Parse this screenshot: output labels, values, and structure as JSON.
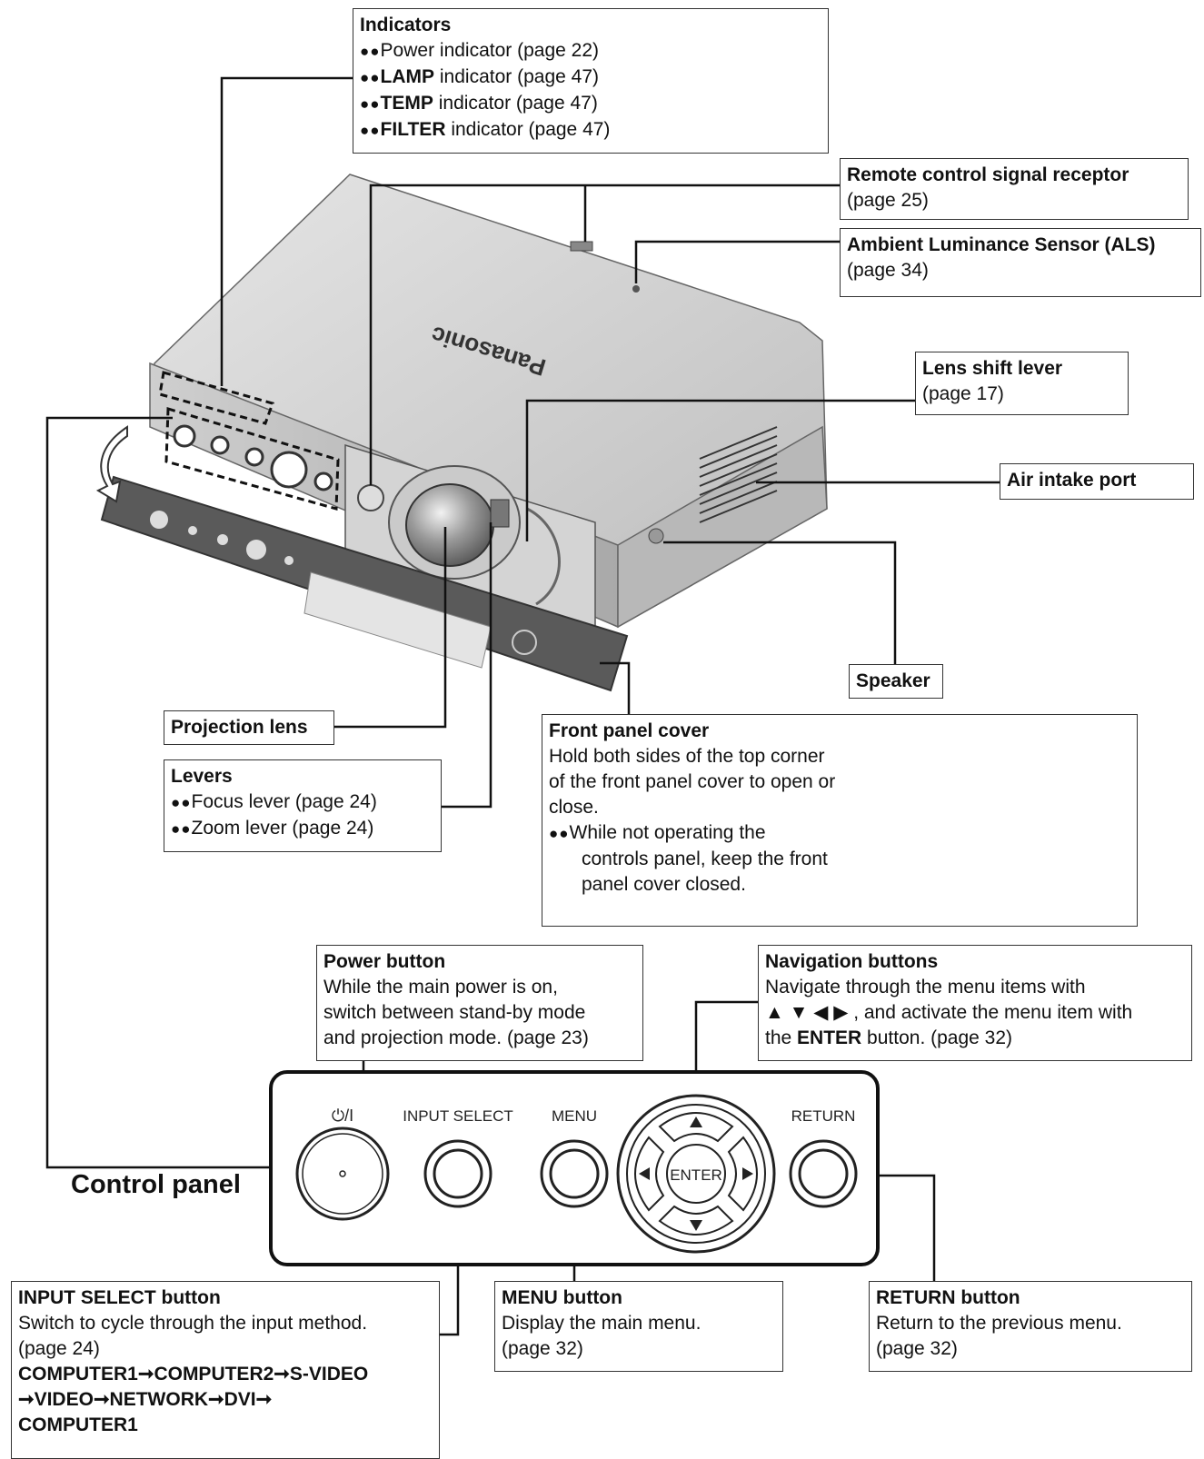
{
  "indicators": {
    "title": "Indicators",
    "items": [
      {
        "bold": "",
        "text": "Power indicator (page 22)"
      },
      {
        "bold": "LAMP",
        "text": " indicator (page 47)"
      },
      {
        "bold": "TEMP",
        "text": " indicator (page 47)"
      },
      {
        "bold": "FILTER",
        "text": " indicator (page 47)"
      }
    ]
  },
  "remote": {
    "title": "Remote control signal receptor",
    "page": "(page 25)"
  },
  "als": {
    "title": "Ambient Luminance Sensor (ALS)",
    "page": "(page 34)"
  },
  "lens_shift": {
    "title": "Lens shift lever",
    "page": "(page 17)"
  },
  "air_intake": {
    "title": "Air intake port"
  },
  "speaker": {
    "title": "Speaker"
  },
  "projection_lens": {
    "title": "Projection lens"
  },
  "levers": {
    "title": "Levers",
    "items": [
      "Focus lever (page 24)",
      "Zoom lever (page 24)"
    ]
  },
  "front_cover": {
    "title": "Front panel cover",
    "text1": "Hold both sides of the top corner",
    "text2": "of the front panel cover to open or",
    "text3": "close.",
    "bullet1": "While not operating the",
    "bullet2": "controls panel, keep the front",
    "bullet3": "panel cover closed."
  },
  "power_button": {
    "title": "Power button",
    "line1": "While the main power is on,",
    "line2": "switch between stand-by mode",
    "line3": "and projection mode. (page 23)"
  },
  "navigation": {
    "title": "Navigation buttons",
    "line1": "Navigate through the menu items with",
    "arrows": "▲ ▼ ◀ ▶",
    "line2b": " , and activate the menu item with",
    "line3a": "the ",
    "line3b": "ENTER",
    "line3c": " button. (page 32)"
  },
  "control_panel": {
    "title": "Control panel",
    "labels": {
      "power": "⏻/I",
      "input_select": "INPUT SELECT",
      "menu": "MENU",
      "return": "RETURN",
      "enter": "ENTER"
    }
  },
  "input_select": {
    "title": "INPUT SELECT button",
    "line1": "Switch to cycle through the input method.",
    "line2": "(page 24)",
    "flow1": "COMPUTER1➞COMPUTER2➞S-VIDEO",
    "flow2": "➞VIDEO➞NETWORK➞DVI➞",
    "flow3": "COMPUTER1"
  },
  "menu_button": {
    "title": "MENU button",
    "line1": "Display the main menu.",
    "line2": "(page 32)"
  },
  "return_button": {
    "title": "RETURN button",
    "line1": "Return to the previous menu.",
    "line2": "(page 32)"
  },
  "brand": "Panasonic"
}
